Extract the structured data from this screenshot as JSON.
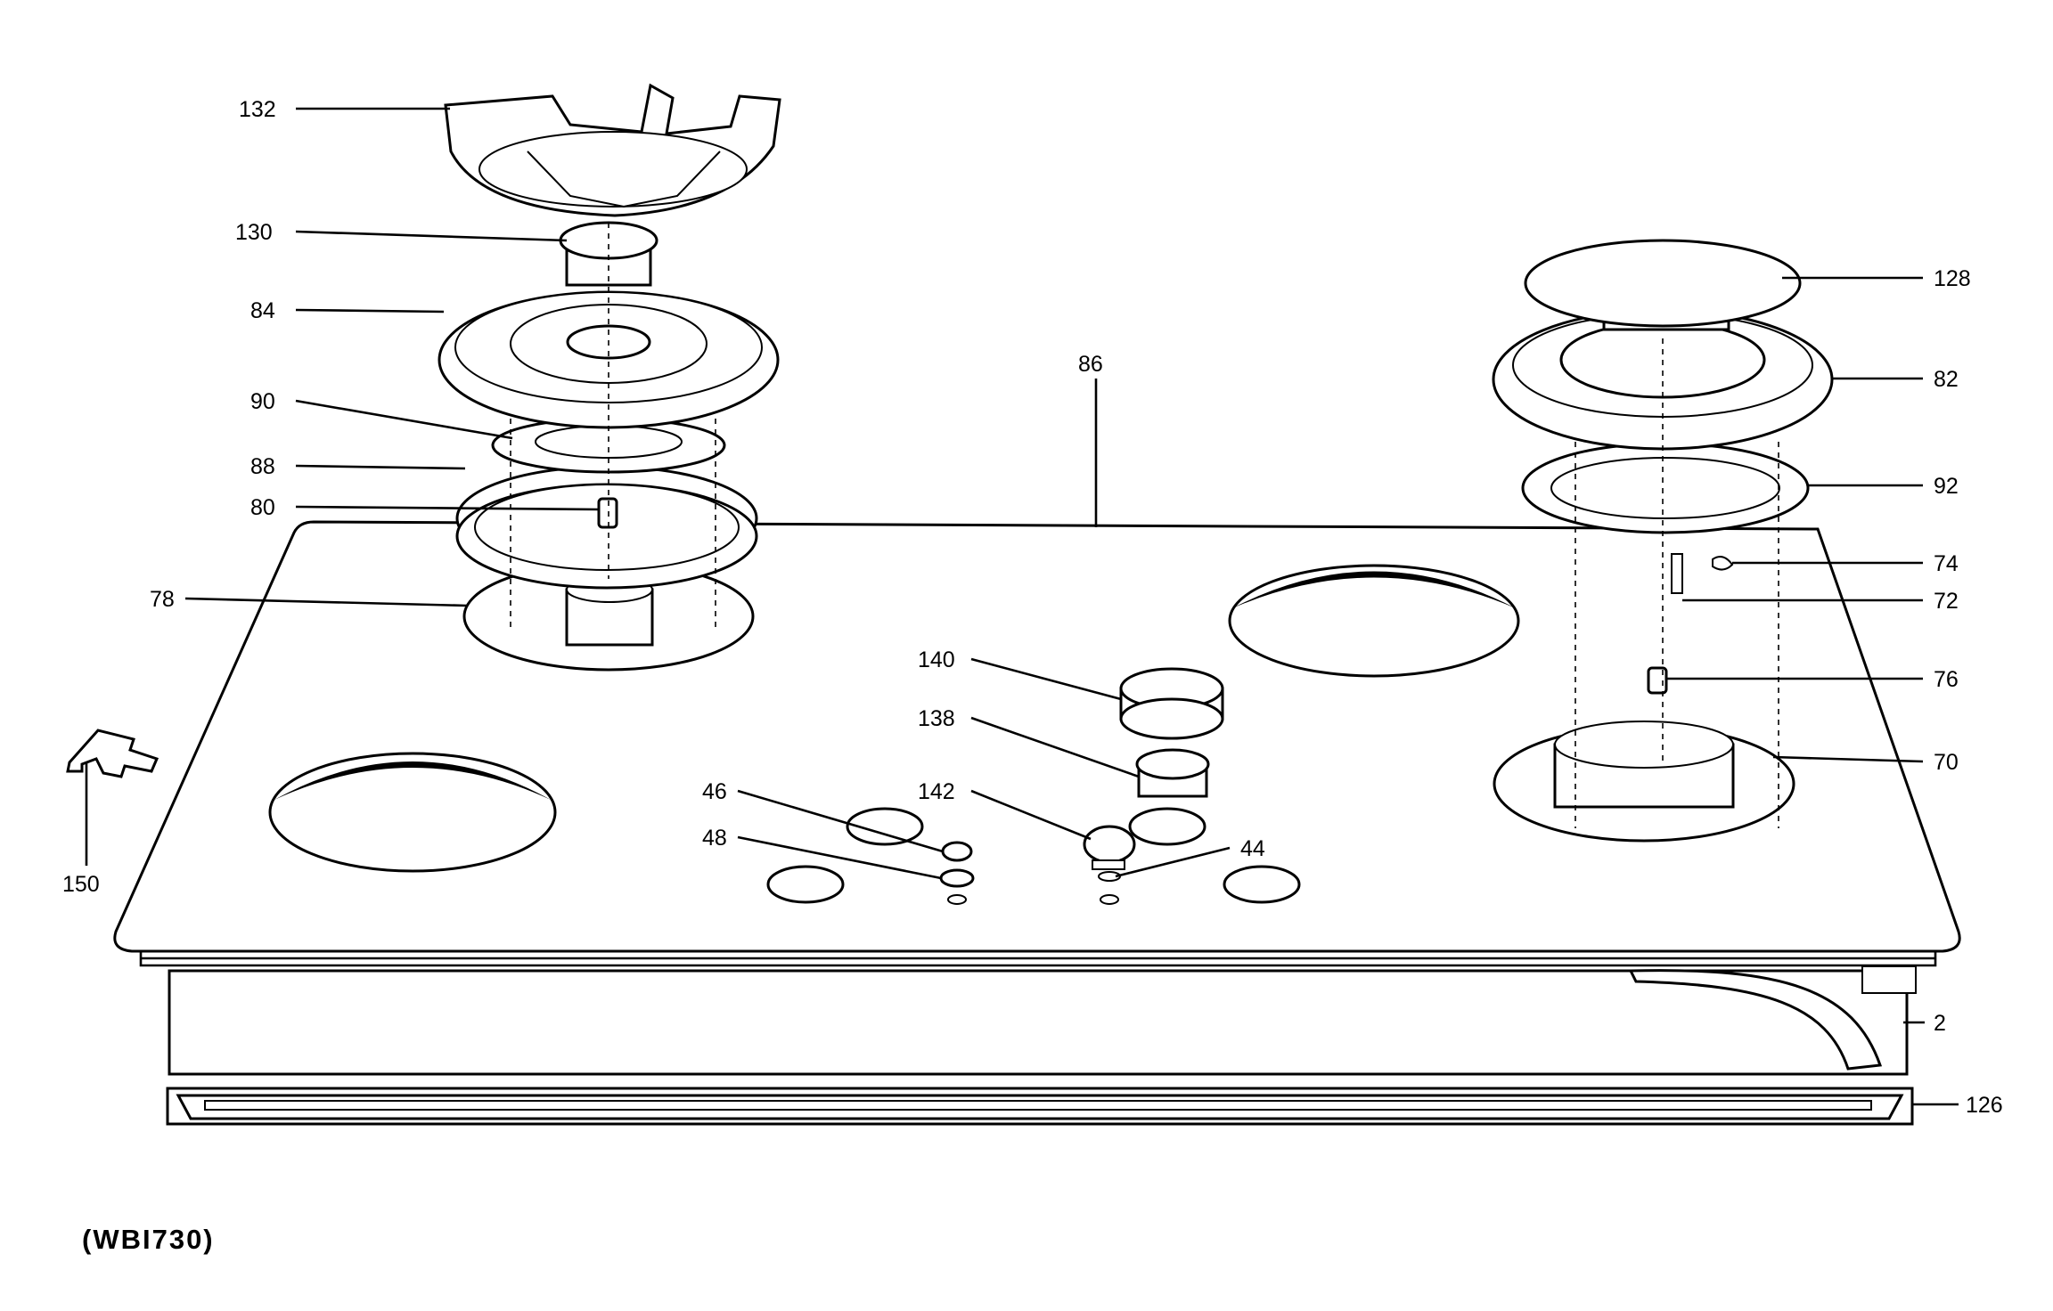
{
  "diagram": {
    "reference_code": "(WBI730)",
    "callouts": {
      "c132": "132",
      "c130": "130",
      "c84": "84",
      "c90": "90",
      "c88": "88",
      "c80": "80",
      "c78": "78",
      "c150": "150",
      "c86": "86",
      "c128": "128",
      "c82": "82",
      "c92": "92",
      "c74": "74",
      "c72": "72",
      "c76": "76",
      "c70": "70",
      "c140": "140",
      "c138": "138",
      "c142": "142",
      "c46": "46",
      "c48": "48",
      "c44": "44",
      "c2": "2",
      "c126": "126"
    }
  }
}
